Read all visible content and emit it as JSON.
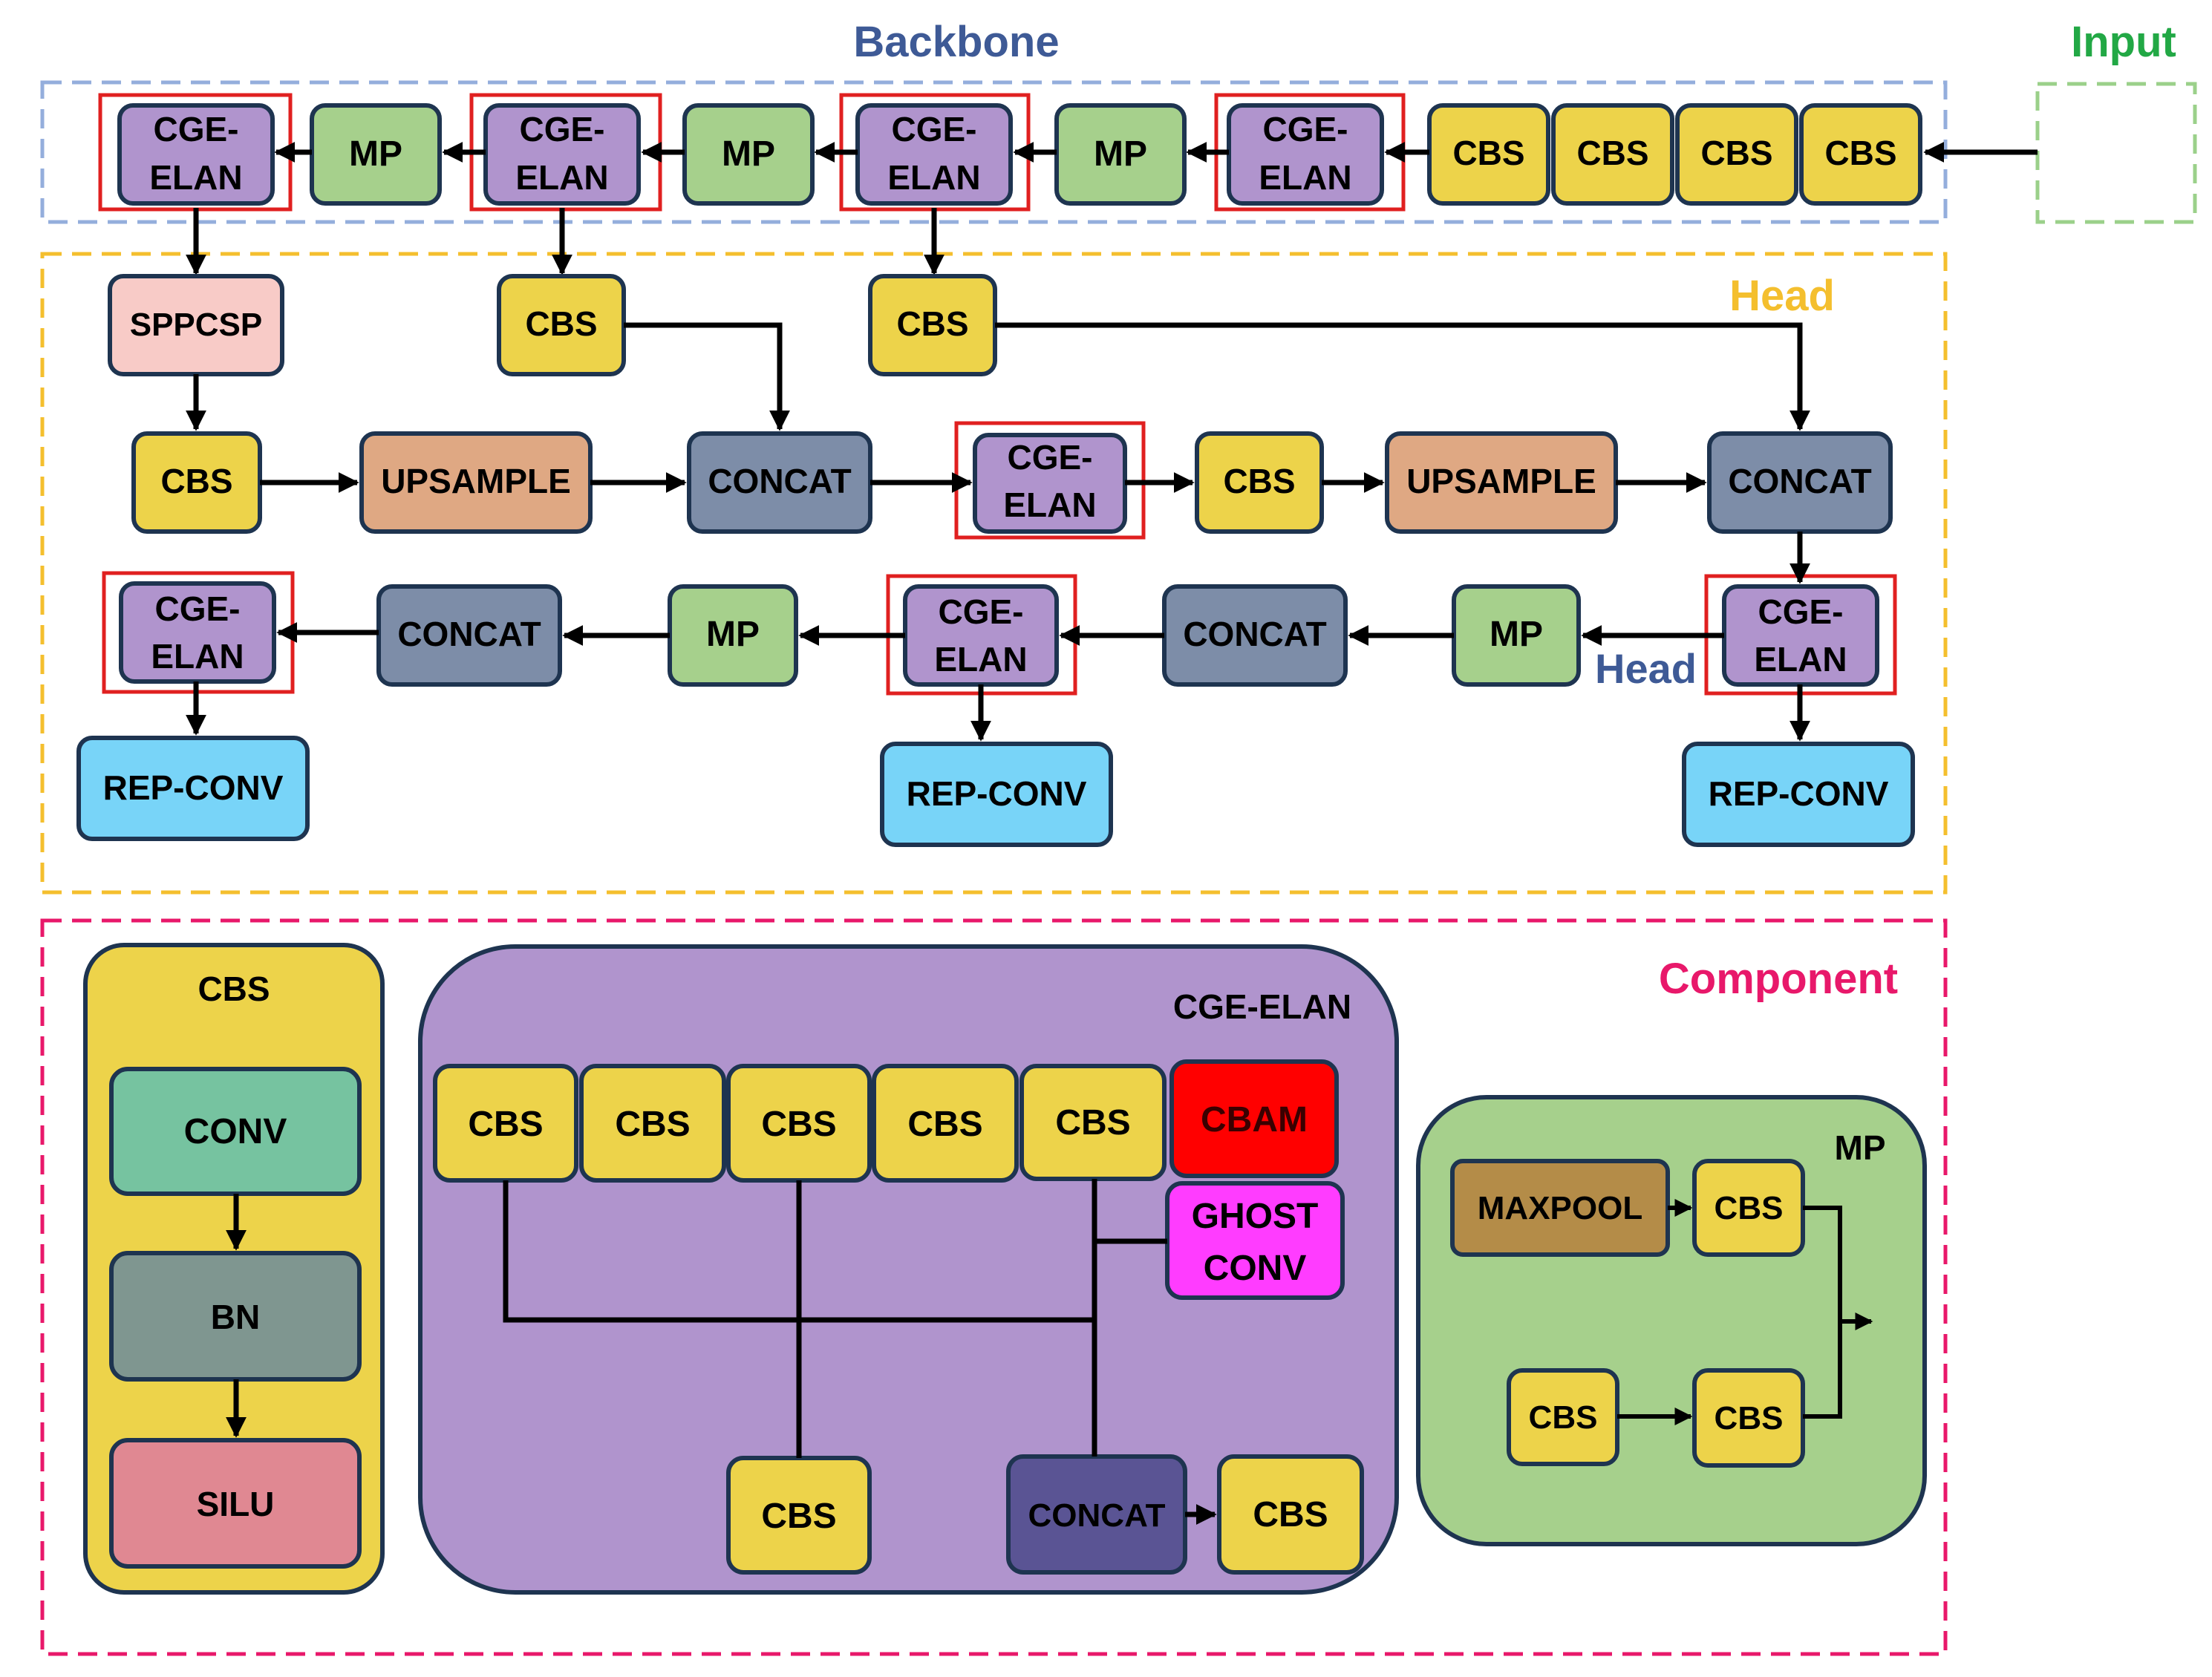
{
  "labels": {
    "backbone": "Backbone",
    "input": "Input",
    "head": "Head",
    "head_overlay": "Head",
    "component": "Component",
    "cbs_panel_title": "CBS",
    "cge_panel_title": "CGE-ELAN",
    "mp_panel_title": "MP"
  },
  "nodes": {
    "b_cge1_a": "CGE-",
    "b_cge1_b": "ELAN",
    "b_mp1": "MP",
    "b_cge2_a": "CGE-",
    "b_cge2_b": "ELAN",
    "b_mp2": "MP",
    "b_cge3_a": "CGE-",
    "b_cge3_b": "ELAN",
    "b_mp3": "MP",
    "b_cge4_a": "CGE-",
    "b_cge4_b": "ELAN",
    "b_cbs1": "CBS",
    "b_cbs2": "CBS",
    "b_cbs3": "CBS",
    "b_cbs4": "CBS",
    "h_sppcsp": "SPPCSP",
    "h_cbs_a": "CBS",
    "h_cbs_b": "CBS",
    "h_cbs_c": "CBS",
    "h_upsample1": "UPSAMPLE",
    "h_concat1": "CONCAT",
    "h_cge_mid_a": "CGE-",
    "h_cge_mid_b": "ELAN",
    "h_cbs_d": "CBS",
    "h_upsample2": "UPSAMPLE",
    "h_concat2": "CONCAT",
    "h_cge_r_a": "CGE-",
    "h_cge_r_b": "ELAN",
    "h_mp_r": "MP",
    "h_concat3": "CONCAT",
    "h_cge_m_a": "CGE-",
    "h_cge_m_b": "ELAN",
    "h_mp_m": "MP",
    "h_concat4": "CONCAT",
    "h_cge_l_a": "CGE-",
    "h_cge_l_b": "ELAN",
    "h_rep1": "REP-CONV",
    "h_rep2": "REP-CONV",
    "h_rep3": "REP-CONV",
    "c_conv": "CONV",
    "c_bn": "BN",
    "c_silu": "SILU",
    "c_cbs1": "CBS",
    "c_cbs2": "CBS",
    "c_cbs3": "CBS",
    "c_cbs4": "CBS",
    "c_cbs5": "CBS",
    "c_cbam": "CBAM",
    "c_ghost_a": "GHOST",
    "c_ghost_b": "CONV",
    "c_cbs_bottom": "CBS",
    "c_concat": "CONCAT",
    "c_cbs_out": "CBS",
    "m_maxpool": "MAXPOOL",
    "m_cbs1": "CBS",
    "m_cbs2": "CBS",
    "m_cbs3": "CBS"
  },
  "colors": {
    "purple": "#B094CD",
    "green": "#A6D08C",
    "yellow": "#EDD34A",
    "pink": "#F8CBC7",
    "orange": "#DFA883",
    "slate": "#7D8DA8",
    "cyan": "#78D4F8",
    "teal": "#76C3A0",
    "gray": "#7F9690",
    "rose": "#E08892",
    "red": "#FF0000",
    "magenta": "#FF3CFF",
    "darkblue": "#5A5494",
    "brown": "#B48C48",
    "backbone_border": "#94AEDC",
    "head_border": "#F4BF2E",
    "component_border": "#E8186A",
    "input_border": "#9BD08A",
    "backbone_text": "#3E5A96",
    "head_text": "#F4BF2E",
    "component_text": "#E8186A",
    "input_text": "#22A845"
  }
}
